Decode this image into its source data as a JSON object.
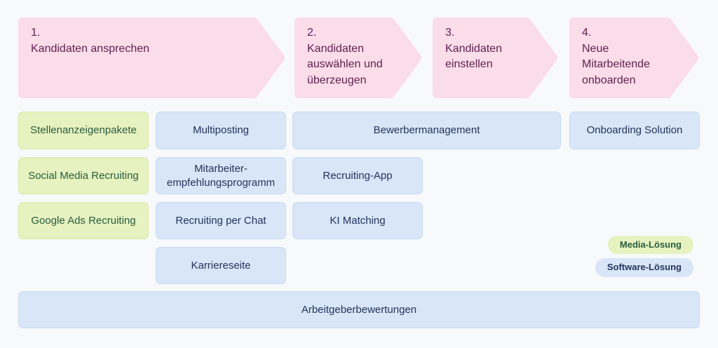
{
  "colors": {
    "background": "#f8f9fb",
    "pink_fill": "#fbdce9",
    "pink_text": "#5e2150",
    "green_fill": "#e6f2bf",
    "green_border": "#d9e9a8",
    "green_text": "#2a5c41",
    "blue_fill": "#d8e6f8",
    "blue_border": "#c6daf3",
    "blue_text": "#25325a"
  },
  "steps": [
    {
      "number": "1.",
      "label": "Kandidaten ansprechen"
    },
    {
      "number": "2.",
      "label": "Kandidaten auswählen und überzeugen"
    },
    {
      "number": "3.",
      "label": "Kandidaten einstellen"
    },
    {
      "number": "4.",
      "label": "Neue Mitarbeitende onboarden"
    }
  ],
  "boxes": {
    "stellenanzeigenpakete": "Stellenanzeigenpakete",
    "social_media_recruiting": "Social Media Recruiting",
    "google_ads_recruiting": "Google Ads Recruiting",
    "multiposting": "Multiposting",
    "mitarbeiterempfehlungsprogramm": "Mitarbeiter-empfehlungsprogramm",
    "recruiting_per_chat": "Recruiting per Chat",
    "karriereseite": "Karriereseite",
    "bewerbermanagement": "Bewerbermanagement",
    "recruiting_app": "Recruiting-App",
    "ki_matching": "KI Matching",
    "onboarding_solution": "Onboarding Solution",
    "arbeitgeberbewertungen": "Arbeitgeberbewertungen"
  },
  "legend": {
    "media": "Media-Lösung",
    "software": "Software-Lösung"
  }
}
